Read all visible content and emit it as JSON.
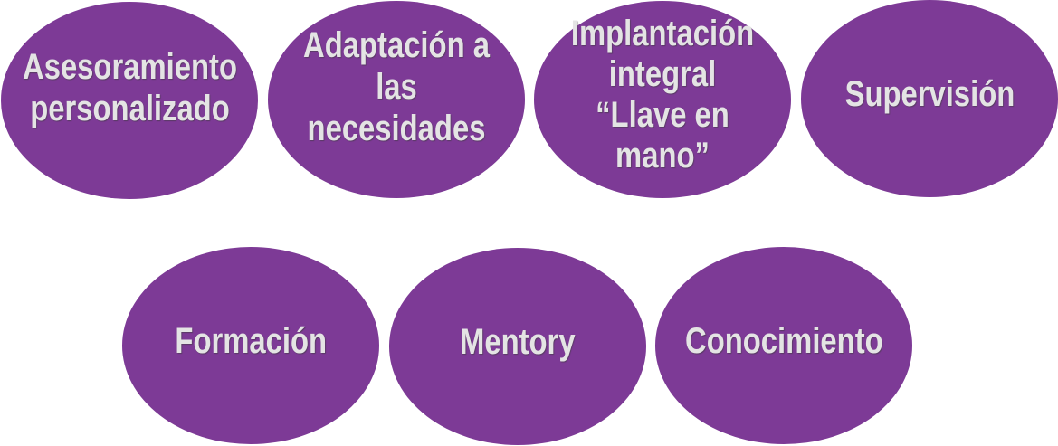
{
  "diagram": {
    "colors": {
      "ellipse_fill": "#7d3a96",
      "text": "#e4e4e4",
      "background": "#ffffff"
    },
    "top_row": [
      {
        "label": "Asesoramiento\npersonalizado"
      },
      {
        "label": "Adaptación a\nlas necesidades"
      },
      {
        "label": "Implantación\nintegral\n“Llave en mano”"
      },
      {
        "label": "Supervisión"
      }
    ],
    "bottom_row": [
      {
        "label": "Formación"
      },
      {
        "label": "Mentory"
      },
      {
        "label": "Conocimiento"
      }
    ]
  }
}
